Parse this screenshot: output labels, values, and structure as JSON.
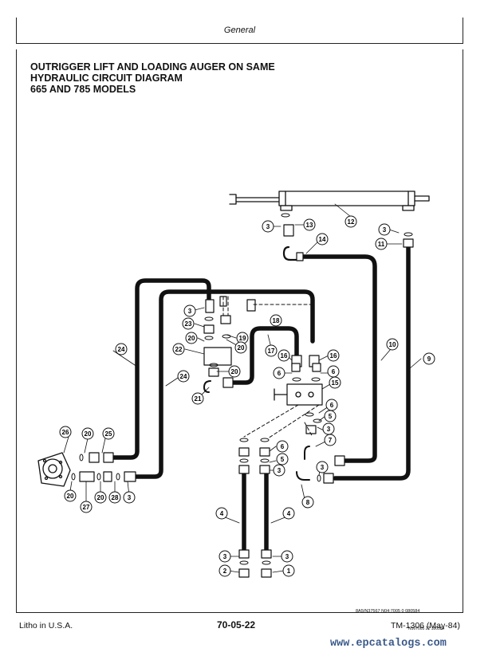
{
  "header": {
    "section": "General"
  },
  "title": {
    "line1": "OUTRIGGER LIFT AND LOADING AUGER ON SAME",
    "line2": "HYDRAULIC CIRCUIT DIAGRAM",
    "line3": "665 AND 785 MODELS"
  },
  "figure_code": "8A5/N37567 N04;7005 0 080584",
  "figure_code_small": "N167005 22 180584",
  "footer": {
    "left": "Litho in U.S.A.",
    "center": "70-05-22",
    "right": "TM-1306 (May-84)"
  },
  "watermark": "www.epcatalogs.com",
  "callouts": [
    "1",
    "2",
    "3",
    "4",
    "5",
    "6",
    "7",
    "8",
    "9",
    "10",
    "11",
    "12",
    "13",
    "14",
    "15",
    "16",
    "17",
    "18",
    "19",
    "20",
    "21",
    "22",
    "23",
    "24",
    "25",
    "26",
    "27",
    "28"
  ]
}
